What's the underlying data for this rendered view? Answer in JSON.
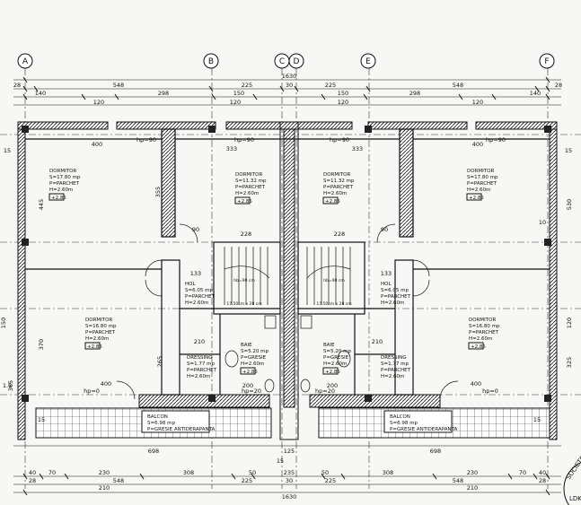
{
  "grid_axes": [
    "A",
    "B",
    "C",
    "D",
    "E",
    "F"
  ],
  "dims_top_total": "1630",
  "dims_top_row1": [
    "28",
    "548",
    "225",
    "30",
    "225",
    "548",
    "28"
  ],
  "dims_top_row2": [
    "140",
    "298",
    "150",
    "150",
    "298",
    "140"
  ],
  "dims_top_row3": [
    "120",
    "120",
    "120",
    "120"
  ],
  "dims_bottom_total": "1630",
  "dims_bottom_row1": [
    "40",
    "70",
    "230",
    "308",
    "50",
    "235",
    "50",
    "308",
    "230",
    "70",
    "40"
  ],
  "dims_bottom_row2": [
    "28",
    "548",
    "210",
    "225",
    "30",
    "225",
    "210",
    "548",
    "28"
  ],
  "dims_bottom_small": [
    "698",
    "125",
    "698",
    "15",
    "15",
    "15"
  ],
  "dims_interior": [
    "400",
    "333",
    "333",
    "400",
    "228",
    "228",
    "133",
    "133",
    "400",
    "400",
    "200",
    "200",
    "210",
    "210",
    "90",
    "90",
    "355",
    "445",
    "370",
    "265",
    "15",
    "15",
    "1.5"
  ],
  "dims_side": [
    "530",
    "325",
    "150",
    "120",
    "365",
    "10"
  ],
  "heights": {
    "hp90_a": "hp=90",
    "hp90_b": "hp=90",
    "hp90_c": "hp=90",
    "hp90_d": "hp=90",
    "hp20_a": "hp=20",
    "hp20_b": "hp=20",
    "hp0_a": "hp=0",
    "hp0_b": "hp=0"
  },
  "rooms": [
    {
      "name": "DORMITOR",
      "area": "S=17.80 mp",
      "floor": "P=PARCHET",
      "height": "H=2.60m",
      "tag": "+2.85"
    },
    {
      "name": "DORMITOR",
      "area": "S=11.32 mp",
      "floor": "P=PARCHET",
      "height": "H=2.60m",
      "tag": "+2.85"
    },
    {
      "name": "DORMITOR",
      "area": "S=11.32 mp",
      "floor": "P=PARCHET",
      "height": "H=2.60m",
      "tag": "+2.85"
    },
    {
      "name": "DORMITOR",
      "area": "S=17.80 mp",
      "floor": "P=PARCHET",
      "height": "H=2.60m",
      "tag": "+2.85"
    },
    {
      "name": "HOL",
      "area": "S=6.05 mp",
      "floor": "P=PARCHET",
      "height": "H=2.60m",
      "tag": ""
    },
    {
      "name": "HOL",
      "area": "S=6.05 mp",
      "floor": "P=PARCHET",
      "height": "H=2.60m",
      "tag": ""
    },
    {
      "name": "DORMITOR",
      "area": "S=16.80 mp",
      "floor": "P=PARCHET",
      "height": "H=2.60m",
      "tag": "+2.85"
    },
    {
      "name": "DORMITOR",
      "area": "S=16.80 mp",
      "floor": "P=PARCHET",
      "height": "H=2.60m",
      "tag": "+2.85"
    },
    {
      "name": "BAIE",
      "area": "S=5.20 mp",
      "floor": "P=GRESIE",
      "height": "H=2.60m",
      "tag": "+2.85"
    },
    {
      "name": "BAIE",
      "area": "S=5.20 mp",
      "floor": "P=GRESIE",
      "height": "H=2.60m",
      "tag": "+2.85"
    },
    {
      "name": "DRESSING",
      "area": "S=1.77 mp",
      "floor": "P=PARCHET",
      "height": "H=2.60m",
      "tag": ""
    },
    {
      "name": "DRESSING",
      "area": "S=1.77 mp",
      "floor": "P=PARCHET",
      "height": "H=2.60m",
      "tag": ""
    },
    {
      "name": "BALCON",
      "area": "S=6.98 mp",
      "floor": "P=GRESIE ANTIDERAPANTA",
      "height": "",
      "tag": ""
    },
    {
      "name": "BALCON",
      "area": "S=6.98 mp",
      "floor": "P=GRESIE ANTIDERAPANTA",
      "height": "",
      "tag": ""
    }
  ],
  "stair_labels": [
    "hb=90 cm",
    "hb=90 cm",
    "17.50cm x 28 cm",
    "17.50cm x 28 cm"
  ],
  "stamp_text": "SOCIETATE",
  "stamp_text2": "LDK"
}
